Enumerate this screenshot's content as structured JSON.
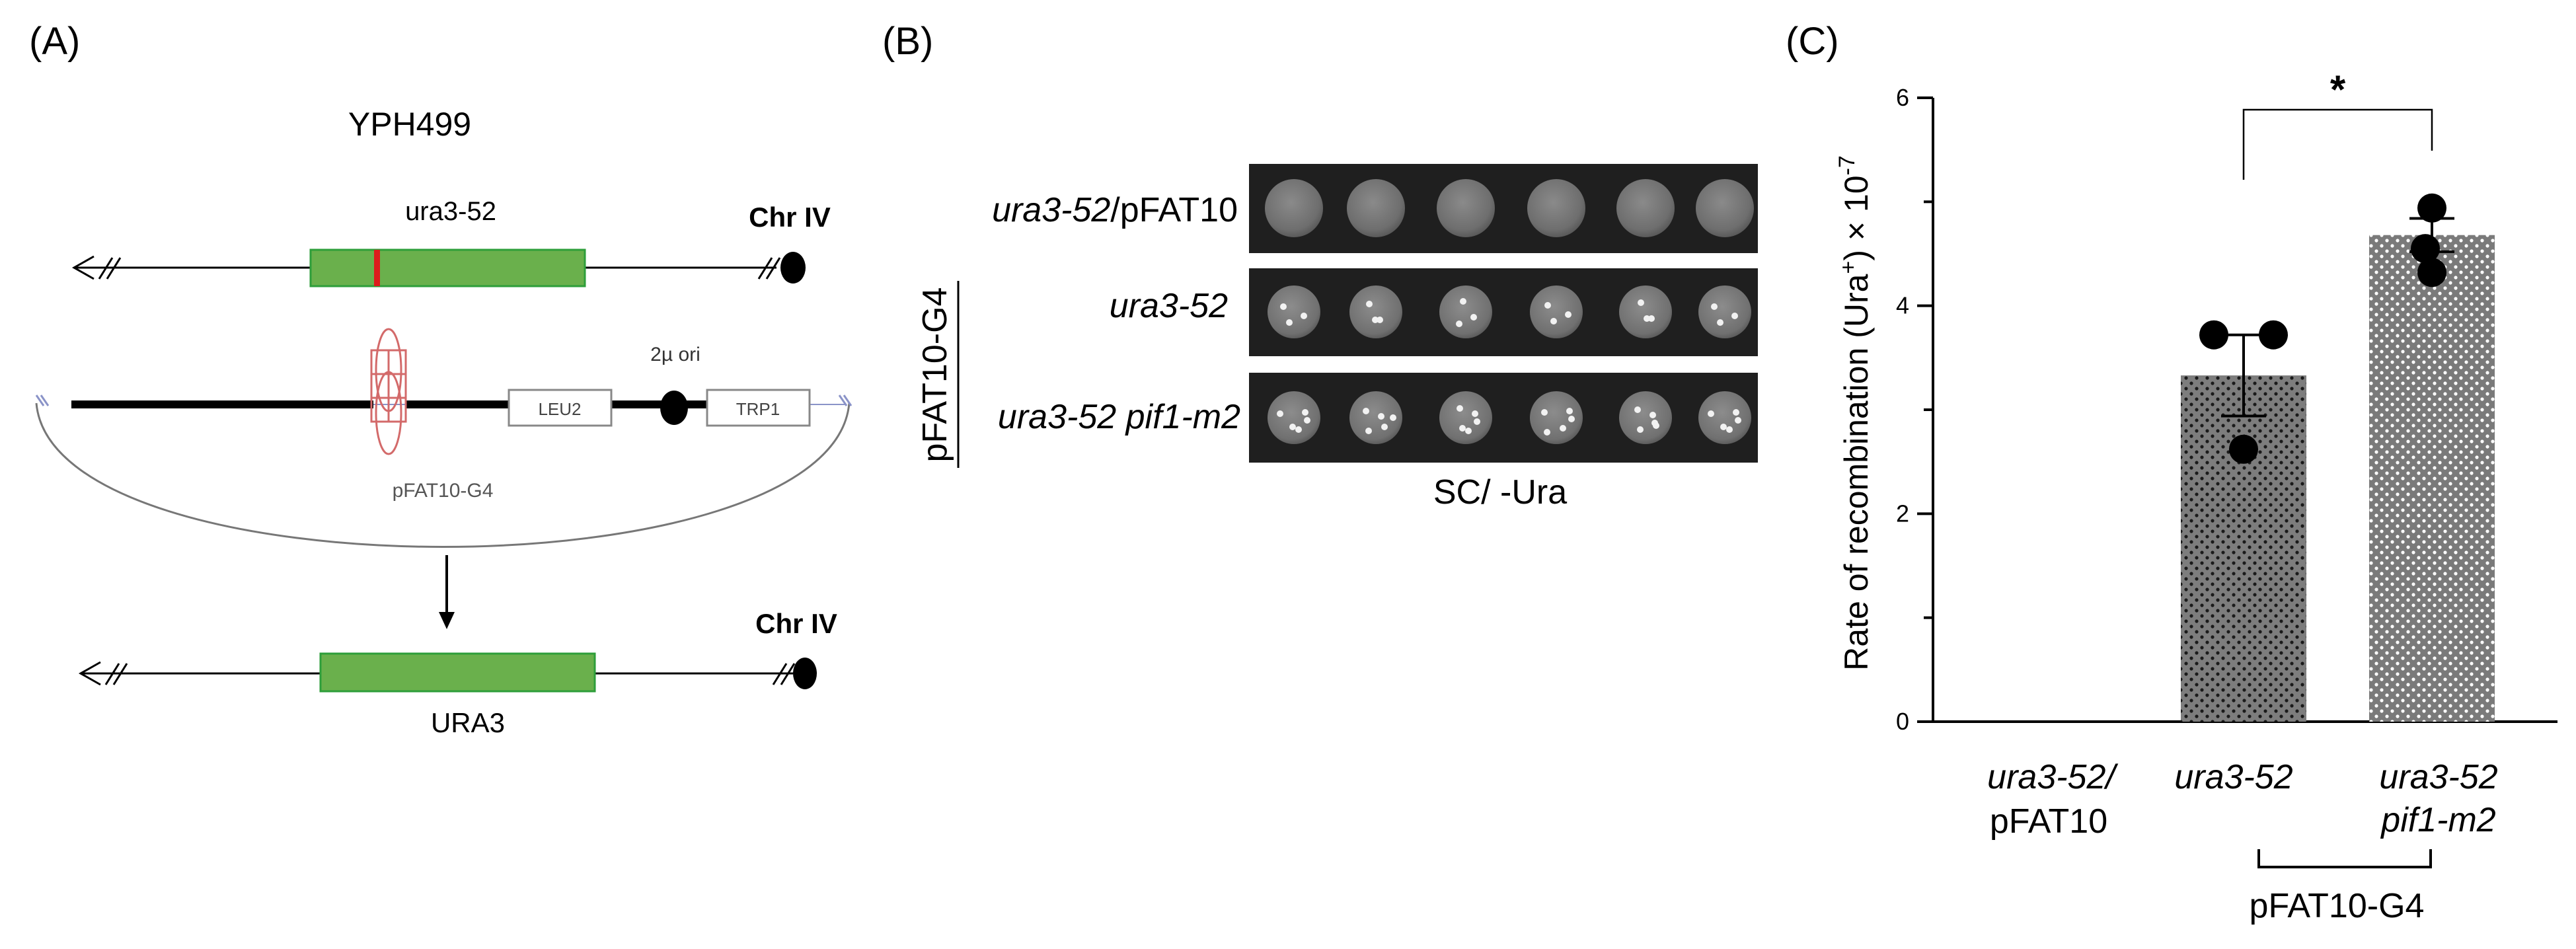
{
  "panels": {
    "a": {
      "label": "(A)",
      "strain": "YPH499",
      "gene_top": "ura3-52",
      "chr_top": "Chr IV",
      "ori": "2µ ori",
      "leu2": "LEU2",
      "trp1": "TRP1",
      "plasmid": "pFAT10-G4",
      "chr_bottom": "Chr IV",
      "gene_bottom": "URA3",
      "colors": {
        "gene_fill": "#6ab04c",
        "gene_border": "#2e9e3a",
        "mutation": "#dd1c1c",
        "g4": "#d36a6a",
        "backbone": "#000000"
      }
    },
    "b": {
      "label": "(B)",
      "rows": [
        {
          "label_italic": "ura3-52",
          "label_plain": "/pFAT10"
        },
        {
          "label_italic": "ura3-52",
          "label_plain": ""
        },
        {
          "label_italic": "ura3-52 pif1-m2",
          "label_plain": ""
        }
      ],
      "group_label": "pFAT10-G4",
      "medium": "SC/ -Ura",
      "spots_per_row": 6
    },
    "c": {
      "label": "(C)",
      "ylabel_main": "Rate of recombination (Ura",
      "ylabel_sup": "+",
      "ylabel_rest": ") × 10",
      "ylabel_exp": "-7",
      "significance": "*",
      "x_labels": [
        {
          "line1": "ura3-52/",
          "line2": "pFAT10"
        },
        {
          "line1": "ura3-52",
          "line2": ""
        },
        {
          "line1": "ura3-52",
          "line2": "pif1-m2"
        }
      ],
      "group_label": "pFAT10-G4"
    }
  },
  "chart_data": {
    "type": "bar",
    "categories": [
      "ura3-52/pFAT10",
      "ura3-52",
      "ura3-52 pif1-m2"
    ],
    "values": [
      0,
      3.33,
      4.68
    ],
    "errors": [
      0,
      0.39,
      0.16
    ],
    "points": [
      [],
      [
        3.72,
        3.72,
        2.62
      ],
      [
        4.94,
        4.55,
        4.32
      ]
    ],
    "ylim": [
      0,
      6
    ],
    "yticks": [
      0,
      2,
      4,
      6
    ],
    "ylabel": "Rate of recombination (Ura+) × 10-7",
    "xlabel": "",
    "title": "",
    "grid": false,
    "significance": {
      "between": [
        1,
        2
      ],
      "label": "*"
    }
  }
}
